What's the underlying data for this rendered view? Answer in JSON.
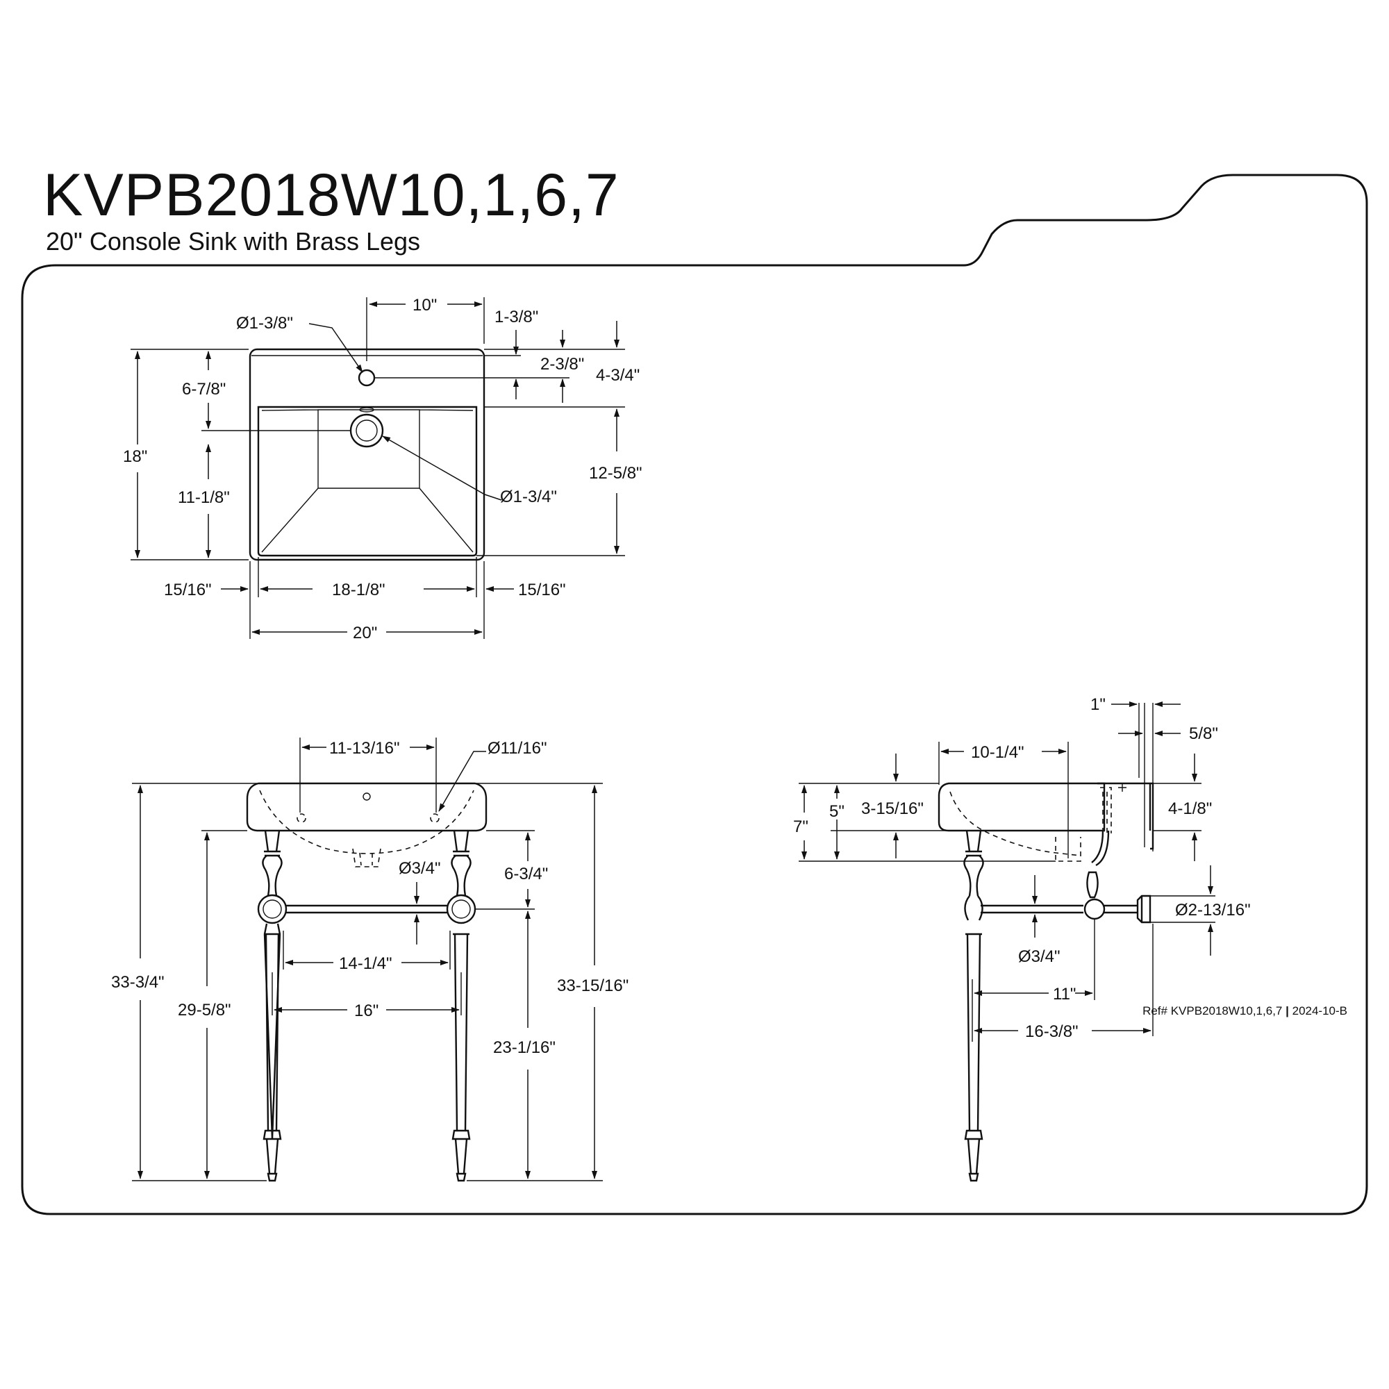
{
  "header": {
    "model": "KVPB2018W10,1,6,7",
    "subtitle": "20\" Console Sink with Brass Legs"
  },
  "footer": {
    "ref": "Ref# KVPB2018W10,1,6,7",
    "separator": "|",
    "revision": "2024-10-B"
  },
  "top_view": {
    "faucet_hole_dia": "Ø1-3/8\"",
    "faucet_offset": "10\"",
    "deck_back": "1-3/8\"",
    "deck_to_hole": "2-3/8\"",
    "back_to_bowl": "4-3/4\"",
    "back_to_drain": "6-7/8\"",
    "overall_depth": "18\"",
    "drain_to_front": "11-1/8\"",
    "drain_dia": "Ø1-3/4\"",
    "bowl_depth": "12-5/8\"",
    "left_rim": "15/16\"",
    "bowl_width": "18-1/8\"",
    "right_rim": "15/16\"",
    "overall_width": "20\""
  },
  "front_view": {
    "overflow_spacing": "11-13/16\"",
    "overflow_dia": "Ø11/16\"",
    "overall_height_left": "33-3/4\"",
    "floor_to_basin": "29-5/8\"",
    "basin_to_bar": "6-3/4\"",
    "bar_dia": "Ø3/4\"",
    "bar_span": "14-1/4\"",
    "leg_spacing": "16\"",
    "floor_to_bar": "23-1/16\"",
    "overall_height_right": "33-15/16\""
  },
  "side_view": {
    "back_gap": "1\"",
    "plate_thickness": "5/8\"",
    "leg_to_drain": "10-1/4\"",
    "total_height": "7\"",
    "bowl_height": "5\"",
    "rim_to_bowl": "3-15/16\"",
    "bracket_height": "4-1/8\"",
    "flange_dia": "Ø2-13/16\"",
    "bar_dia": "Ø3/4\"",
    "leg_to_joint": "11\"",
    "leg_to_wall": "16-3/8\""
  }
}
